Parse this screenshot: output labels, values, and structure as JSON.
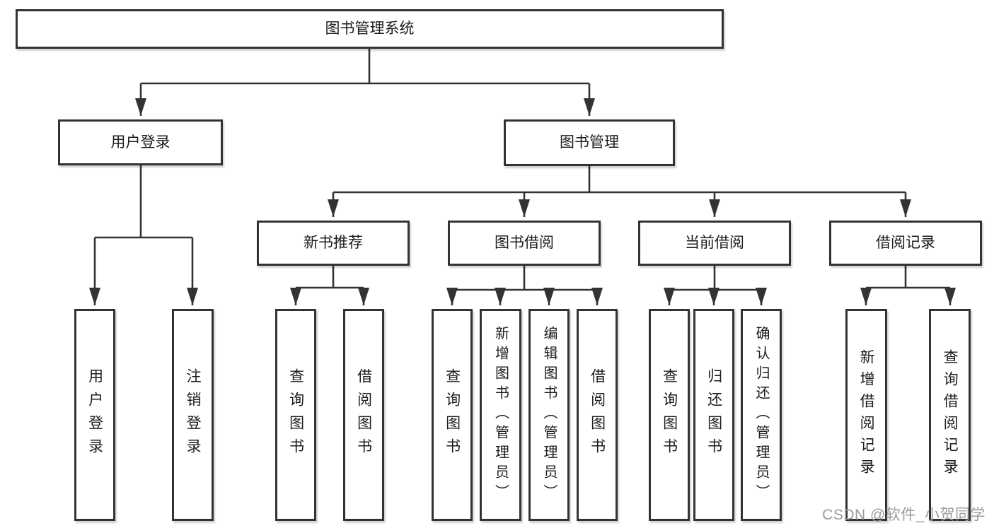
{
  "diagram": {
    "type": "hierarchy-tree",
    "colors": {
      "line": "#333333",
      "box_border": "#333333",
      "box_fill": "#ffffff",
      "text": "#1c1c1c",
      "watermark": "#9b9b9b",
      "background": "#ffffff"
    },
    "tree": {
      "label": "图书管理系统",
      "children": [
        {
          "label": "用户登录",
          "children": [
            {
              "label": "用户登录"
            },
            {
              "label": "注销登录"
            }
          ]
        },
        {
          "label": "图书管理",
          "children": [
            {
              "label": "新书推荐",
              "children": [
                {
                  "label": "查询图书"
                },
                {
                  "label": "借阅图书"
                }
              ]
            },
            {
              "label": "图书借阅",
              "children": [
                {
                  "label": "查询图书"
                },
                {
                  "label": "新增图书（管理员）"
                },
                {
                  "label": "编辑图书（管理员）"
                },
                {
                  "label": "借阅图书"
                }
              ]
            },
            {
              "label": "当前借阅",
              "children": [
                {
                  "label": "查询图书"
                },
                {
                  "label": "归还图书"
                },
                {
                  "label": "确认归还（管理员）"
                }
              ]
            },
            {
              "label": "借阅记录",
              "children": [
                {
                  "label": "新增借阅记录"
                },
                {
                  "label": "查询借阅记录"
                }
              ]
            }
          ]
        }
      ]
    },
    "watermark": {
      "text": "CSDN @软件_小贺同学"
    }
  }
}
